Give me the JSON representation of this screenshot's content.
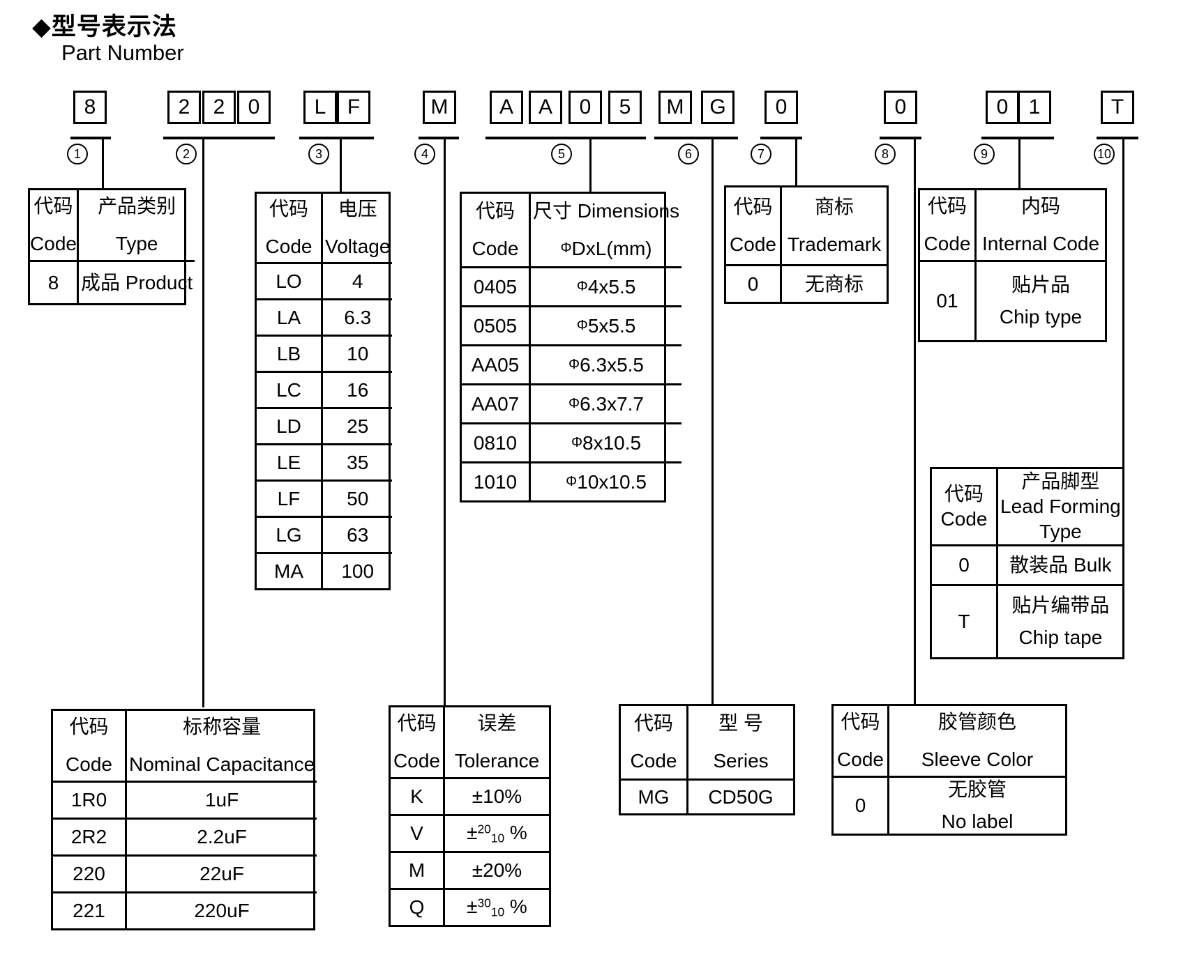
{
  "title": {
    "heading_zh": "◆型号表示法",
    "heading_en": "Part Number"
  },
  "part_number": {
    "groups": [
      {
        "num": "1",
        "chars": [
          "8"
        ]
      },
      {
        "num": "2",
        "chars": [
          "2",
          "2",
          "0"
        ]
      },
      {
        "num": "3",
        "chars": [
          "L",
          "F"
        ]
      },
      {
        "num": "4",
        "chars": [
          "M"
        ]
      },
      {
        "num": "5",
        "chars": [
          "A",
          "A",
          "0",
          "5"
        ]
      },
      {
        "num": "6",
        "chars": [
          "M",
          "G"
        ]
      },
      {
        "num": "7",
        "chars": [
          "0"
        ]
      },
      {
        "num": "8",
        "chars": [
          "0"
        ]
      },
      {
        "num": "9",
        "chars": [
          "0",
          "1"
        ]
      },
      {
        "num": "10",
        "chars": [
          "T"
        ]
      }
    ]
  },
  "tables": {
    "product": {
      "header": [
        [
          "代码",
          "Code"
        ],
        [
          "产品类别",
          "Type"
        ]
      ],
      "rows": [
        [
          "8",
          "成品 Product"
        ]
      ]
    },
    "capacitance": {
      "header": [
        [
          "代码",
          "Code"
        ],
        [
          "标称容量",
          "Nominal Capacitance"
        ]
      ],
      "rows": [
        [
          "1R0",
          "1uF"
        ],
        [
          "2R2",
          "2.2uF"
        ],
        [
          "220",
          "22uF"
        ],
        [
          "221",
          "220uF"
        ]
      ]
    },
    "voltage": {
      "header": [
        [
          "代码",
          "Code"
        ],
        [
          "电压",
          "Voltage"
        ]
      ],
      "rows": [
        [
          "LO",
          "4"
        ],
        [
          "LA",
          "6.3"
        ],
        [
          "LB",
          "10"
        ],
        [
          "LC",
          "16"
        ],
        [
          "LD",
          "25"
        ],
        [
          "LE",
          "35"
        ],
        [
          "LF",
          "50"
        ],
        [
          "LG",
          "63"
        ],
        [
          "MA",
          "100"
        ]
      ]
    },
    "tolerance": {
      "header": [
        [
          "代码",
          "Code"
        ],
        [
          "误差",
          "Tolerance"
        ]
      ],
      "rows": [
        [
          "K",
          "±10%"
        ],
        [
          "V",
          {
            "parts": [
              {
                "t": "±"
              },
              {
                "sup": "20"
              },
              {
                "sub": "10"
              },
              {
                "t": " %"
              }
            ]
          }
        ],
        [
          "M",
          "±20%"
        ],
        [
          "Q",
          {
            "parts": [
              {
                "t": "±"
              },
              {
                "sup": "30"
              },
              {
                "sub": "10"
              },
              {
                "t": " %"
              }
            ]
          }
        ]
      ]
    },
    "dimensions": {
      "header": [
        [
          "代码",
          "Code"
        ],
        [
          "尺寸 Dimensions",
          "ΦDxL(mm)"
        ]
      ],
      "rows": [
        [
          "0405",
          "Φ4x5.5"
        ],
        [
          "0505",
          "Φ5x5.5"
        ],
        [
          "AA05",
          "Φ6.3x5.5"
        ],
        [
          "AA07",
          "Φ6.3x7.7"
        ],
        [
          "0810",
          "Φ8x10.5"
        ],
        [
          "1010",
          "Φ10x10.5"
        ]
      ]
    },
    "series": {
      "header": [
        [
          "代码",
          "Code"
        ],
        [
          "型 号",
          "Series"
        ]
      ],
      "rows": [
        [
          "MG",
          "CD50G"
        ]
      ]
    },
    "trademark": {
      "header": [
        [
          "代码",
          "Code"
        ],
        [
          "商标",
          "Trademark"
        ]
      ],
      "rows": [
        [
          "0",
          "无商标"
        ]
      ]
    },
    "sleeve": {
      "header": [
        [
          "代码",
          "Code"
        ],
        [
          "胶管颜色",
          "Sleeve Color"
        ]
      ],
      "rows": [
        [
          "0",
          [
            "无胶管",
            "No label"
          ]
        ]
      ]
    },
    "internal": {
      "header": [
        [
          "代码",
          "Code"
        ],
        [
          "内码",
          "Internal Code"
        ]
      ],
      "rows": [
        [
          "01",
          [
            "贴片品",
            "Chip type"
          ]
        ]
      ]
    },
    "leadform": {
      "header": [
        [
          "代码",
          "Code"
        ],
        [
          "产品脚型",
          "Lead Forming",
          "Type"
        ]
      ],
      "rows": [
        [
          "0",
          "散装品 Bulk"
        ],
        [
          "T",
          [
            "贴片编带品",
            "Chip tape"
          ]
        ]
      ]
    }
  }
}
